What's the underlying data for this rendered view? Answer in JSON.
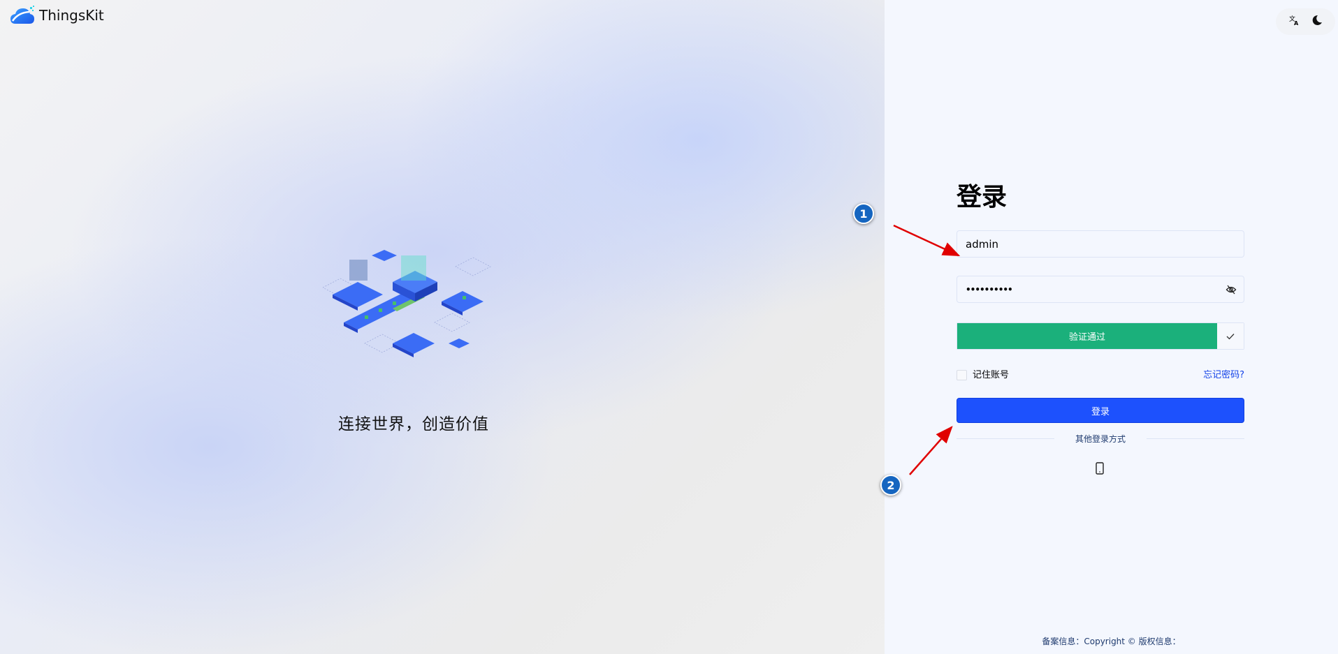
{
  "brand": {
    "name": "ThingsKit"
  },
  "hero": {
    "slogan": "连接世界，创造价值"
  },
  "toolbar": {
    "language_icon": "translate-icon",
    "theme_icon": "moon-icon"
  },
  "login": {
    "title": "登录",
    "username_value": "admin",
    "password_value": "••••••••••",
    "verify_text": "验证通过",
    "remember_label": "记住账号",
    "forgot_label": "忘记密码?",
    "submit_label": "登录",
    "other_methods_label": "其他登录方式"
  },
  "footer": {
    "text": "备案信息：Copyright © 版权信息："
  },
  "annotations": {
    "step1": "1",
    "step2": "2"
  },
  "colors": {
    "primary": "#1d51fd",
    "success": "#1bb07b",
    "link": "#1242e8",
    "annotation": "#e00000"
  }
}
